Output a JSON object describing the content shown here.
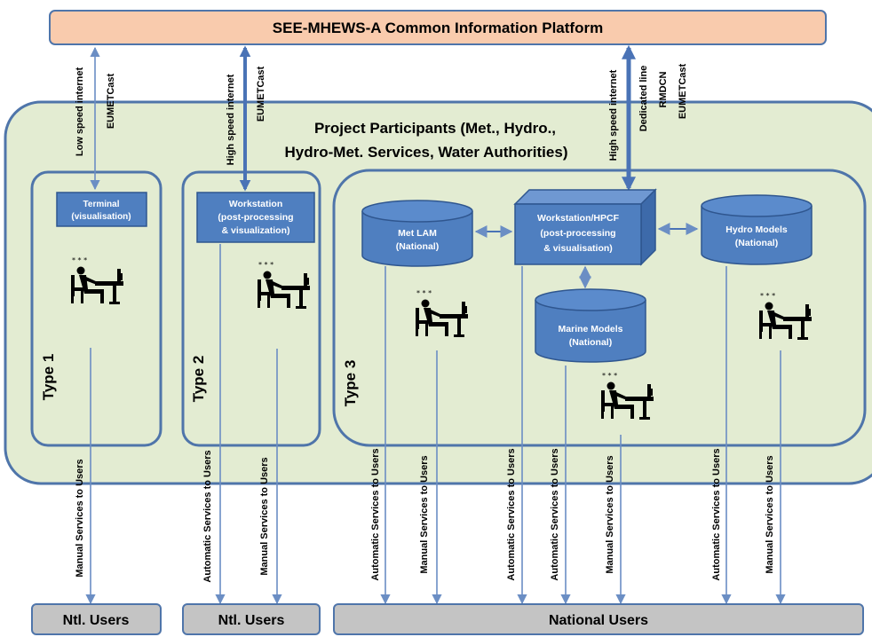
{
  "platform": {
    "title": "SEE-MHEWS-A Common Information Platform"
  },
  "participants": {
    "title_lines": [
      "Project Participants (Met., Hydro.,",
      "Hydro-Met. Services, Water Authorities)"
    ]
  },
  "links": {
    "type1_low_speed": "Low speed internet",
    "type1_eumetcast": "EUMETCast",
    "type2_high_speed": "High speed internet",
    "type2_eumetcast": "EUMETCast",
    "type3_high_speed": "High speed internet",
    "type3_dedicated": "Dedicated line",
    "type3_rmdcn": "RMDCN",
    "type3_eumetcast": "EUMETCast"
  },
  "type1": {
    "label": "Type 1",
    "terminal_lines": [
      "Terminal",
      "(visualisation)"
    ],
    "manual": "Manual Services to Users"
  },
  "type2": {
    "label": "Type 2",
    "workstation_lines": [
      "Workstation",
      "(post-processing",
      "& visualization)"
    ],
    "automatic": "Automatic Services to Users",
    "manual": "Manual Services to Users"
  },
  "type3": {
    "label": "Type 3",
    "met_lam_lines": [
      "Met LAM",
      "(National)"
    ],
    "hpcf_lines": [
      "Workstation/HPCF",
      "(post-processing",
      "& visualisation)"
    ],
    "hydro_lines": [
      "Hydro Models",
      "(National)"
    ],
    "marine_lines": [
      "Marine Models",
      "(National)"
    ],
    "automatic": "Automatic Services to Users",
    "manual": "Manual Services to Users"
  },
  "users": {
    "ntl1": "Ntl. Users",
    "ntl2": "Ntl. Users",
    "national": "National Users"
  },
  "colors": {
    "platform_fill": "#f9cbad",
    "outer_fill": "#e3ecd2",
    "panel_border": "#4f75aa",
    "node_fill": "#4f7fc0",
    "users_fill": "#c4c4c4",
    "arrow": "#6b8ec4"
  }
}
